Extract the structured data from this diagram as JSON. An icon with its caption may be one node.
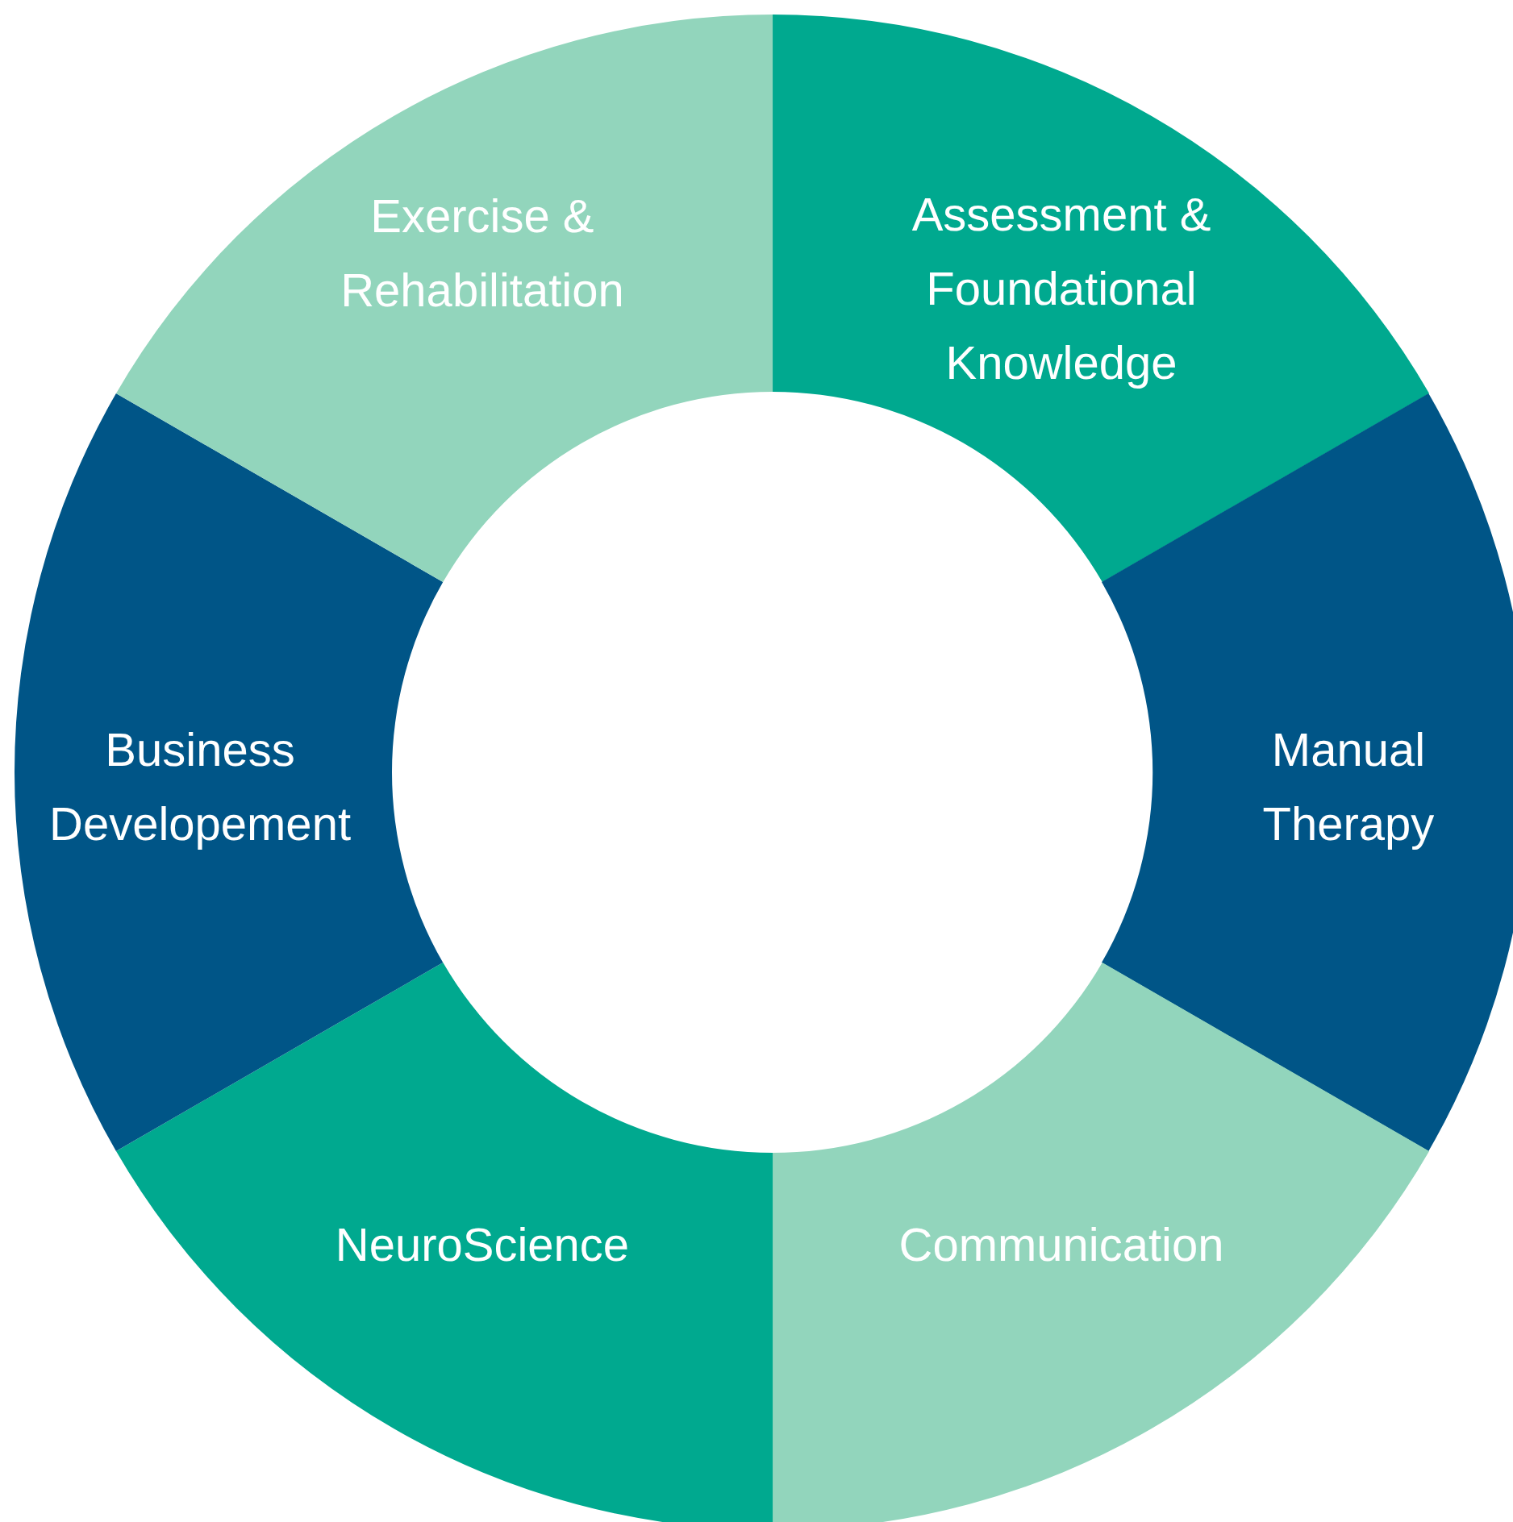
{
  "diagram": {
    "nodes": [
      {
        "text": [
          "Assessment & Foundational Knowledge"
        ]
      },
      {
        "text": [
          "Manual Therapy"
        ]
      },
      {
        "text": [
          "Communication"
        ]
      },
      {
        "text": [
          "NeuroScience"
        ]
      },
      {
        "text": [
          "Business Developement"
        ]
      },
      {
        "text": [
          "Exercise & Rehabilitation"
        ]
      }
    ]
  }
}
